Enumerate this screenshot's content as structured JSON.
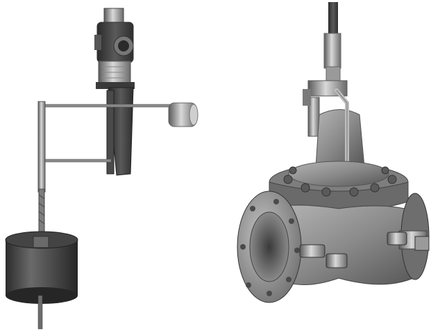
{
  "scene": {
    "background": "#ffffff",
    "objects": [
      {
        "name": "float-pilot-assembly",
        "position": "left"
      },
      {
        "name": "control-valve",
        "position": "right"
      }
    ],
    "colors": {
      "dark_metal": "#3a3a3a",
      "mid_metal": "#7d7d7d",
      "light_metal": "#bdbdbd",
      "highlight": "#e6e6e6",
      "valve_body": "#8c8c8c",
      "valve_shadow": "#5e5e5e"
    }
  }
}
